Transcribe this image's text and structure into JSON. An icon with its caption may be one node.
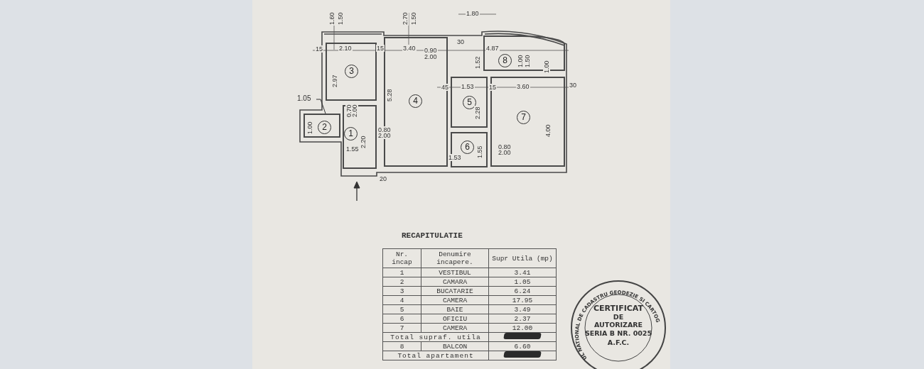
{
  "diagram": {
    "nodes": [
      {
        "text": [
          "1"
        ]
      },
      {
        "text": [
          "2"
        ]
      },
      {
        "text": [
          "3"
        ]
      },
      {
        "text": [
          "4"
        ]
      },
      {
        "text": [
          "5"
        ]
      },
      {
        "text": [
          "6"
        ]
      },
      {
        "text": [
          "7"
        ]
      },
      {
        "text": [
          "8"
        ]
      },
      {
        "text": [
          "1.05"
        ]
      }
    ],
    "edges": [
      {
        "from": 8,
        "to": 1,
        "arrow": "none"
      }
    ],
    "labels": [
      "1.60",
      "1.50",
      "2.70",
      "1.50",
      "1.80",
      "15",
      "2.10",
      "15",
      "3.40",
      "0.90",
      "2.00",
      "30",
      "4.87",
      "1.52",
      "1.00",
      "1.50",
      "1.00",
      "2.97",
      "5.28",
      "45",
      "1.53",
      "15",
      "3.60",
      "30",
      "1.00",
      "0.70",
      "2.00",
      "2.28",
      "0.80",
      "2.00",
      "4.00",
      "2.20",
      "1.55",
      "1.53",
      "1.55",
      "0.80",
      "2.00",
      "20",
      "RECAPITULATIE",
      "Nr. incap",
      "Denumire incapere.",
      "Supr Utila (mp)",
      "1",
      "VESTIBUL",
      "3.41",
      "2",
      "CAMARA",
      "1.05",
      "3",
      "BUCATARIE",
      "6.24",
      "4",
      "CAMERA",
      "17.95",
      "5",
      "BAIE",
      "3.49",
      "6",
      "OFICIU",
      "2.37",
      "7",
      "CAMERA",
      "12.00",
      "Total supraf. utila",
      "8",
      "BALCON",
      "6.60",
      "Total apartament",
      "UL NATIONAL DE CADASTRU GEODEZIE SI CARTOG",
      "CERTIFICAT",
      "DE",
      "AUTORIZARE",
      "SERIA B NR. 0025",
      "A.F.C."
    ]
  }
}
